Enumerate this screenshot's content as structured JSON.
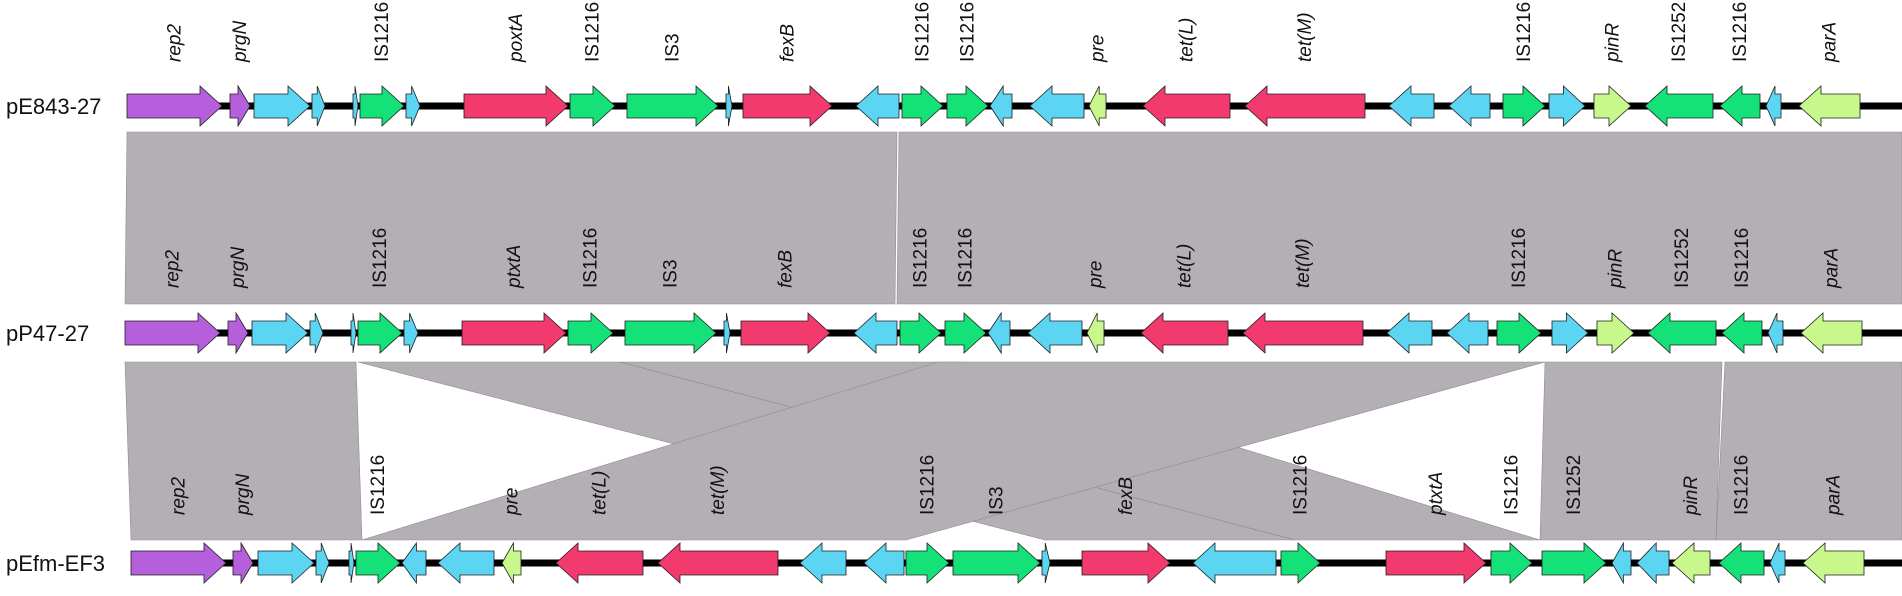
{
  "colors": {
    "rep": "#b65fdc",
    "hypothetical": "#5cd5f2",
    "insertion": "#14e177",
    "resistance": "#f23a6f",
    "mobilization": "#c8f78c",
    "backbone": "#000000",
    "homology": "#b3afb5"
  },
  "plasmids": [
    {
      "name": "pE843-27",
      "genes": [
        {
          "s": 127,
          "e": 222,
          "c": "rep",
          "label": "rep2",
          "italic": true
        },
        {
          "s": 230,
          "e": 250,
          "c": "rep",
          "label": "prgN",
          "italic": true
        },
        {
          "s": 254,
          "e": 310,
          "c": "hypothetical",
          "label": ""
        },
        {
          "s": 312,
          "e": 325,
          "c": "hypothetical",
          "label": ""
        },
        {
          "s": 353,
          "e": 358,
          "c": "hypothetical",
          "label": ""
        },
        {
          "s": 360,
          "e": 404,
          "c": "insertion",
          "label": "IS1216",
          "italic": false
        },
        {
          "s": 406,
          "e": 420,
          "c": "hypothetical",
          "label": ""
        },
        {
          "s": 464,
          "e": 568,
          "c": "resistance",
          "label": "poxtA",
          "italic": true
        },
        {
          "s": 570,
          "e": 615,
          "c": "insertion",
          "label": "IS1216",
          "italic": false
        },
        {
          "s": 627,
          "e": 718,
          "c": "insertion",
          "label": "IS3",
          "italic": false
        },
        {
          "s": 726,
          "e": 732,
          "c": "hypothetical",
          "label": ""
        },
        {
          "s": 743,
          "e": 832,
          "c": "resistance",
          "label": "fexB",
          "italic": true
        },
        {
          "s": 899,
          "e": 856,
          "c": "hypothetical",
          "label": ""
        },
        {
          "s": 902,
          "e": 943,
          "c": "insertion",
          "label": "IS1216",
          "italic": false
        },
        {
          "s": 947,
          "e": 988,
          "c": "insertion",
          "label": "IS1216",
          "italic": false
        },
        {
          "s": 1012,
          "e": 990,
          "c": "hypothetical",
          "label": ""
        },
        {
          "s": 1084,
          "e": 1030,
          "c": "hypothetical",
          "label": ""
        },
        {
          "s": 1106,
          "e": 1089,
          "c": "mobilization",
          "label": "pre",
          "italic": true
        },
        {
          "s": 1230,
          "e": 1143,
          "c": "resistance",
          "label": "tet(L)",
          "italic": true
        },
        {
          "s": 1365,
          "e": 1245,
          "c": "resistance",
          "label": "tet(M)",
          "italic": true
        },
        {
          "s": 1434,
          "e": 1389,
          "c": "hypothetical",
          "label": ""
        },
        {
          "s": 1490,
          "e": 1449,
          "c": "hypothetical",
          "label": ""
        },
        {
          "s": 1503,
          "e": 1545,
          "c": "insertion",
          "label": "IS1216",
          "italic": false
        },
        {
          "s": 1549,
          "e": 1585,
          "c": "hypothetical",
          "label": ""
        },
        {
          "s": 1594,
          "e": 1631,
          "c": "mobilization",
          "label": "pinR",
          "italic": true
        },
        {
          "s": 1713,
          "e": 1645,
          "c": "insertion",
          "label": "IS1252",
          "italic": false
        },
        {
          "s": 1760,
          "e": 1720,
          "c": "insertion",
          "label": "IS1216",
          "italic": false
        },
        {
          "s": 1781,
          "e": 1766,
          "c": "hypothetical",
          "label": ""
        },
        {
          "s": 1860,
          "e": 1799,
          "c": "mobilization",
          "label": "parA",
          "italic": true
        }
      ]
    },
    {
      "name": "pP47-27",
      "genes": [
        {
          "s": 125,
          "e": 220,
          "c": "rep",
          "label": "rep2",
          "italic": true
        },
        {
          "s": 228,
          "e": 248,
          "c": "rep",
          "label": "prgN",
          "italic": true
        },
        {
          "s": 252,
          "e": 308,
          "c": "hypothetical",
          "label": ""
        },
        {
          "s": 310,
          "e": 323,
          "c": "hypothetical",
          "label": ""
        },
        {
          "s": 351,
          "e": 356,
          "c": "hypothetical",
          "label": ""
        },
        {
          "s": 358,
          "e": 402,
          "c": "insertion",
          "label": "IS1216",
          "italic": false
        },
        {
          "s": 404,
          "e": 418,
          "c": "hypothetical",
          "label": ""
        },
        {
          "s": 462,
          "e": 566,
          "c": "resistance",
          "label": "ptxtA",
          "italic": true
        },
        {
          "s": 568,
          "e": 613,
          "c": "insertion",
          "label": "IS1216",
          "italic": false
        },
        {
          "s": 625,
          "e": 716,
          "c": "insertion",
          "label": "IS3",
          "italic": false
        },
        {
          "s": 724,
          "e": 730,
          "c": "hypothetical",
          "label": ""
        },
        {
          "s": 741,
          "e": 830,
          "c": "resistance",
          "label": "fexB",
          "italic": true
        },
        {
          "s": 897,
          "e": 854,
          "c": "hypothetical",
          "label": ""
        },
        {
          "s": 900,
          "e": 941,
          "c": "insertion",
          "label": "IS1216",
          "italic": false
        },
        {
          "s": 945,
          "e": 986,
          "c": "insertion",
          "label": "IS1216",
          "italic": false
        },
        {
          "s": 1010,
          "e": 988,
          "c": "hypothetical",
          "label": ""
        },
        {
          "s": 1082,
          "e": 1028,
          "c": "hypothetical",
          "label": ""
        },
        {
          "s": 1104,
          "e": 1087,
          "c": "mobilization",
          "label": "pre",
          "italic": true
        },
        {
          "s": 1228,
          "e": 1141,
          "c": "resistance",
          "label": "tet(L)",
          "italic": true
        },
        {
          "s": 1363,
          "e": 1243,
          "c": "resistance",
          "label": "tet(M)",
          "italic": true
        },
        {
          "s": 1432,
          "e": 1387,
          "c": "hypothetical",
          "label": ""
        },
        {
          "s": 1488,
          "e": 1447,
          "c": "hypothetical",
          "label": ""
        },
        {
          "s": 1497,
          "e": 1541,
          "c": "insertion",
          "label": "IS1216",
          "italic": false
        },
        {
          "s": 1552,
          "e": 1588,
          "c": "hypothetical",
          "label": ""
        },
        {
          "s": 1597,
          "e": 1634,
          "c": "mobilization",
          "label": "pinR",
          "italic": true
        },
        {
          "s": 1716,
          "e": 1648,
          "c": "insertion",
          "label": "IS1252",
          "italic": false
        },
        {
          "s": 1762,
          "e": 1722,
          "c": "insertion",
          "label": "IS1216",
          "italic": false
        },
        {
          "s": 1783,
          "e": 1768,
          "c": "hypothetical",
          "label": ""
        },
        {
          "s": 1862,
          "e": 1801,
          "c": "mobilization",
          "label": "parA",
          "italic": true
        }
      ]
    },
    {
      "name": "pEfm-EF3",
      "genes": [
        {
          "s": 131,
          "e": 226,
          "c": "rep",
          "label": "rep2",
          "italic": true
        },
        {
          "s": 233,
          "e": 253,
          "c": "rep",
          "label": "prgN",
          "italic": true
        },
        {
          "s": 258,
          "e": 314,
          "c": "hypothetical",
          "label": ""
        },
        {
          "s": 316,
          "e": 329,
          "c": "hypothetical",
          "label": ""
        },
        {
          "s": 349,
          "e": 354,
          "c": "hypothetical",
          "label": ""
        },
        {
          "s": 356,
          "e": 400,
          "c": "insertion",
          "label": "IS1216",
          "italic": false
        },
        {
          "s": 426,
          "e": 402,
          "c": "hypothetical",
          "label": ""
        },
        {
          "s": 494,
          "e": 438,
          "c": "hypothetical",
          "label": ""
        },
        {
          "s": 521,
          "e": 502,
          "c": "mobilization",
          "label": "pre",
          "italic": true
        },
        {
          "s": 643,
          "e": 556,
          "c": "resistance",
          "label": "tet(L)",
          "italic": true
        },
        {
          "s": 778,
          "e": 658,
          "c": "resistance",
          "label": "tet(M)",
          "italic": true
        },
        {
          "s": 846,
          "e": 800,
          "c": "hypothetical",
          "label": ""
        },
        {
          "s": 904,
          "e": 864,
          "c": "hypothetical",
          "label": ""
        },
        {
          "s": 906,
          "e": 949,
          "c": "insertion",
          "label": "IS1216",
          "italic": false
        },
        {
          "s": 953,
          "e": 1040,
          "c": "insertion",
          "label": "IS3",
          "italic": false
        },
        {
          "s": 1042,
          "e": 1050,
          "c": "hypothetical",
          "label": ""
        },
        {
          "s": 1082,
          "e": 1170,
          "c": "resistance",
          "label": "fexB",
          "italic": true
        },
        {
          "s": 1276,
          "e": 1193,
          "c": "hypothetical",
          "label": ""
        },
        {
          "s": 1281,
          "e": 1320,
          "c": "insertion",
          "label": "IS1216",
          "italic": false
        },
        {
          "s": 1386,
          "e": 1486,
          "c": "resistance",
          "label": "ptxtA",
          "italic": true
        },
        {
          "s": 1491,
          "e": 1532,
          "c": "insertion",
          "label": "IS1216",
          "italic": false
        },
        {
          "s": 1542,
          "e": 1606,
          "c": "insertion",
          "label": "IS1252",
          "italic": false
        },
        {
          "s": 1631,
          "e": 1612,
          "c": "hypothetical",
          "label": ""
        },
        {
          "s": 1669,
          "e": 1637,
          "c": "hypothetical",
          "label": ""
        },
        {
          "s": 1710,
          "e": 1672,
          "c": "mobilization",
          "label": "pinR",
          "italic": true
        },
        {
          "s": 1764,
          "e": 1719,
          "c": "insertion",
          "label": "IS1216",
          "italic": false
        },
        {
          "s": 1785,
          "e": 1770,
          "c": "hypothetical",
          "label": ""
        },
        {
          "s": 1864,
          "e": 1803,
          "c": "mobilization",
          "label": "parA",
          "italic": true
        }
      ]
    }
  ],
  "alignments": [
    {
      "between": [
        0,
        1
      ],
      "top": [
        127,
        897
      ],
      "bottom": [
        125,
        895
      ]
    },
    {
      "between": [
        0,
        1
      ],
      "top": [
        899,
        1902
      ],
      "bottom": [
        897,
        1902
      ]
    },
    {
      "between": [
        1,
        2
      ],
      "top": [
        125,
        356
      ],
      "bottom": [
        131,
        362
      ]
    },
    {
      "between": [
        1,
        2
      ],
      "top": [
        358,
        620
      ],
      "bottom": [
        1045,
        1295
      ]
    },
    {
      "between": [
        1,
        2
      ],
      "top": [
        620,
        960
      ],
      "bottom": [
        1295,
        1540
      ]
    },
    {
      "between": [
        1,
        2
      ],
      "top": [
        938,
        1545
      ],
      "bottom": [
        362,
        906
      ]
    },
    {
      "between": [
        1,
        2
      ],
      "top": [
        1545,
        1722
      ],
      "bottom": [
        1540,
        1716
      ]
    },
    {
      "between": [
        1,
        2
      ],
      "top": [
        1725,
        1902
      ],
      "bottom": [
        1716,
        1902
      ]
    }
  ]
}
